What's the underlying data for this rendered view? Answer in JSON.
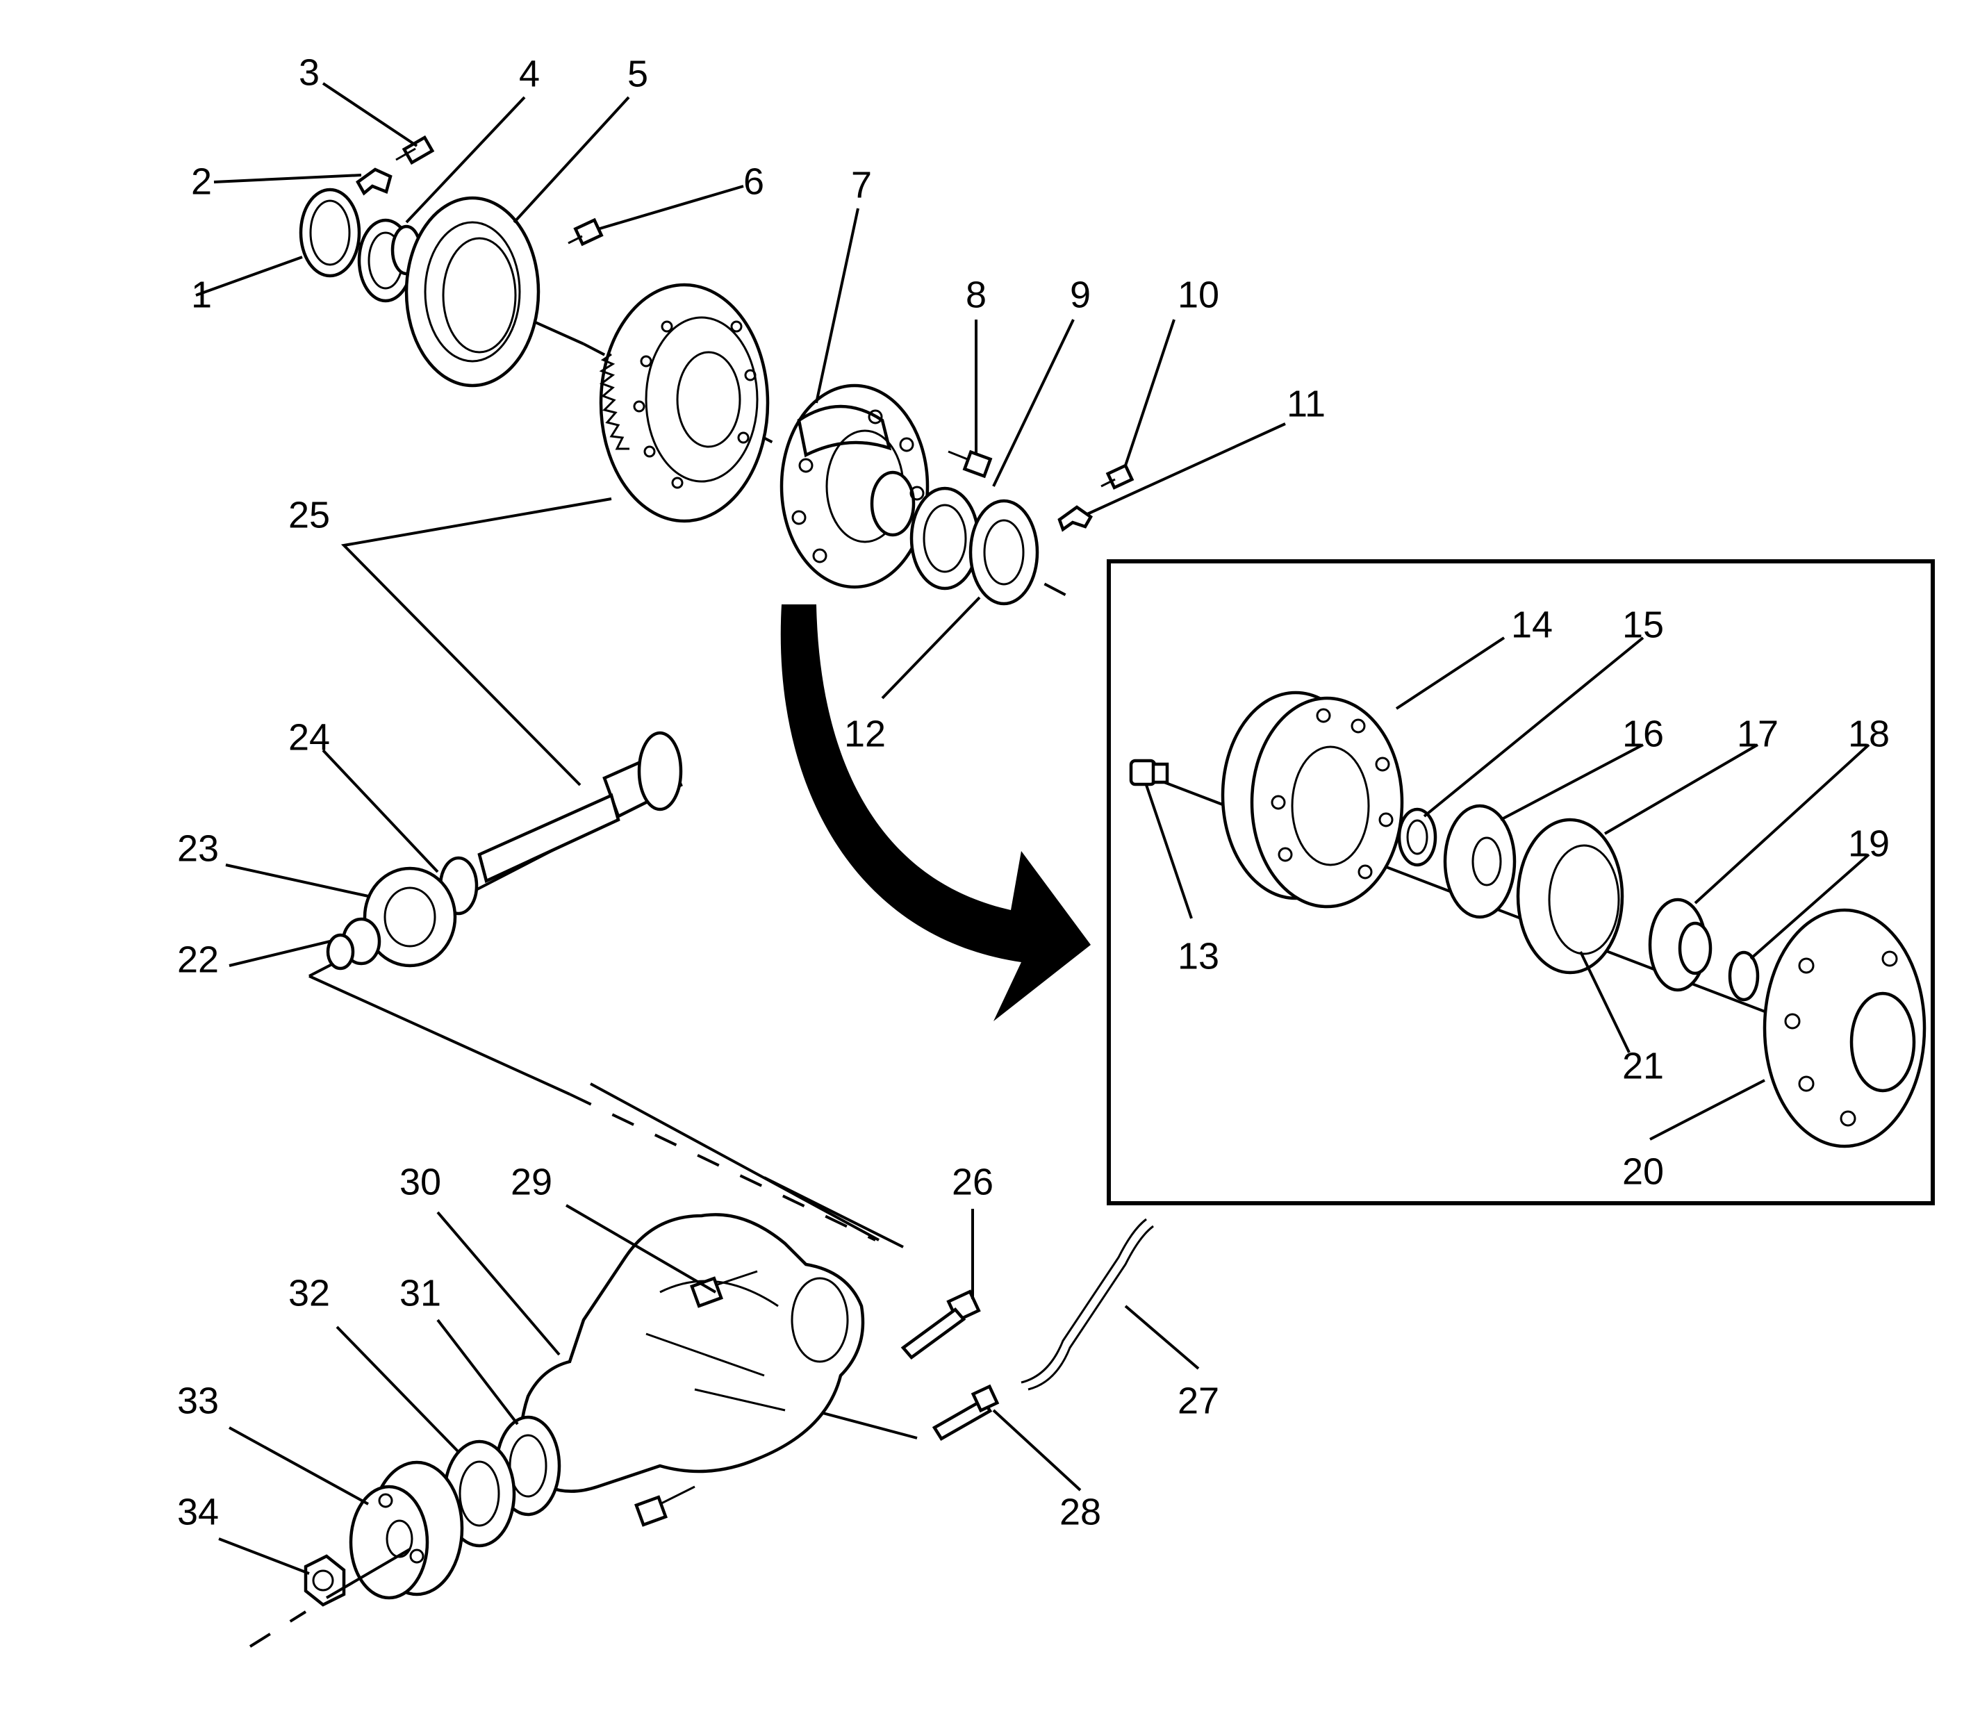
{
  "diagram": {
    "callouts": [
      "1",
      "2",
      "3",
      "4",
      "5",
      "6",
      "7",
      "8",
      "9",
      "10",
      "11",
      "12",
      "13",
      "14",
      "15",
      "16",
      "17",
      "18",
      "19",
      "20",
      "21",
      "22",
      "23",
      "24",
      "25",
      "26",
      "27",
      "28",
      "29",
      "30",
      "31",
      "32",
      "33",
      "34"
    ]
  },
  "colors": {
    "line": "#000000",
    "background": "#ffffff"
  }
}
